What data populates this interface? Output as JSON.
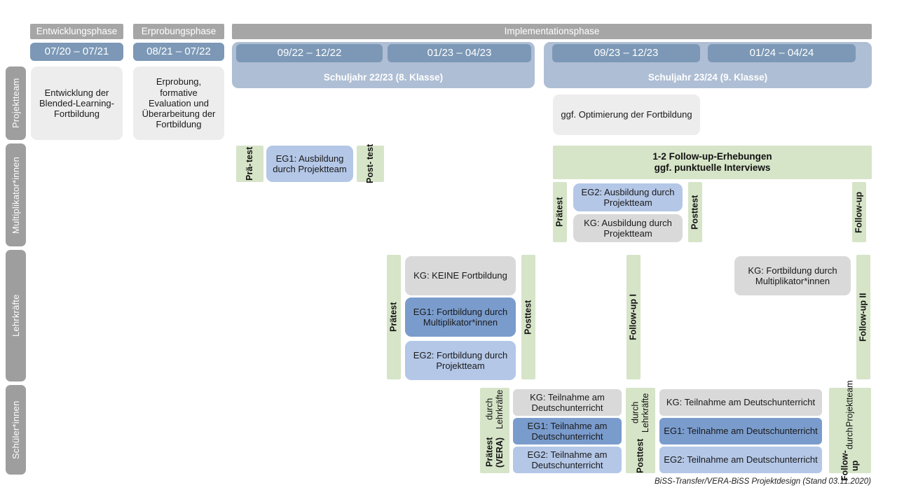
{
  "diagram": {
    "footer": "BiSS-Transfer/VERA-BiSS Projektdesign (Stand 03.11.2020)",
    "colors": {
      "phase_grey": "#a6a6a6",
      "date_blue": "#7c98b6",
      "schoolyear_blue": "#aebed4",
      "row_label_grey": "#9e9e9e",
      "green_strip": "#d6e4c8",
      "box_grey": "#d9d9d9",
      "box_blue_dark": "#7a9ccd",
      "box_blue_light": "#b4c7e7",
      "box_grey_soft": "#ededed"
    }
  },
  "phases": [
    {
      "label": "Entwicklungsphase"
    },
    {
      "label": "Erprobungsphase"
    },
    {
      "label": "Implementationsphase"
    }
  ],
  "date_chips": [
    {
      "label": "07/20 – 07/21"
    },
    {
      "label": "08/21 – 07/22"
    },
    {
      "label": "09/22 – 12/22"
    },
    {
      "label": "01/23 – 04/23"
    },
    {
      "label": "09/23 – 12/23"
    },
    {
      "label": "01/24 – 04/24"
    }
  ],
  "school_years": [
    {
      "label": "Schuljahr 22/23 (8. Klasse)"
    },
    {
      "label": "Schuljahr 23/24 (9. Klasse)"
    }
  ],
  "rows": [
    {
      "label": "Projektteam"
    },
    {
      "label": "Multiplikator*innen"
    },
    {
      "label": "Lehrkräfte"
    },
    {
      "label": "Schüler*innen"
    }
  ],
  "projektteam": {
    "boxes": [
      {
        "text": "Entwicklung der Blended-Learning-Fortbildung"
      },
      {
        "text": "Erprobung, formative Evaluation und Überarbeitung der Fortbildung"
      },
      {
        "text": "ggf. Optimierung der Fortbildung"
      }
    ]
  },
  "multiplikatoren": {
    "pretest_early": {
      "line1": "Prä-",
      "line2": "test"
    },
    "posttest_early": {
      "line1": "Post-",
      "line2": "test"
    },
    "eg1_box": {
      "text": "EG1: Ausbildung durch Projektteam"
    },
    "followup_band": {
      "line1": "1-2 Follow-up-Erhebungen",
      "line2": "ggf. punktuelle Interviews"
    },
    "pretest_late": {
      "label": "Prätest"
    },
    "posttest_late": {
      "label": "Posttest"
    },
    "followup_strip": {
      "label": "Follow-up"
    },
    "eg2_box": {
      "text": "EG2: Ausbildung durch Projektteam"
    },
    "kg_box": {
      "text": "KG: Ausbildung durch Projektteam"
    }
  },
  "lehrkraefte": {
    "pretest": {
      "label": "Prätest"
    },
    "posttest": {
      "label": "Posttest"
    },
    "followup1": {
      "label": "Follow-up I"
    },
    "followup2": {
      "label": "Follow-up II"
    },
    "kg_box": {
      "text": "KG:  KEINE Fortbildung"
    },
    "eg1_box": {
      "text": "EG1: Fortbildung durch Multiplikator*innen"
    },
    "eg2_box": {
      "text": "EG2: Fortbildung durch Projektteam"
    },
    "kg_late_box": {
      "text": "KG: Fortbildung durch Multiplikator*innen"
    }
  },
  "schueler": {
    "pretest": {
      "line1": "Prätest (VERA)",
      "line2": "durch Lehrkräfte"
    },
    "posttest": {
      "line1": "Posttest",
      "line2": "durch Lehrkräfte"
    },
    "followup": {
      "line1": "Follow-up",
      "line2": "durch",
      "line3": "Projektteam"
    },
    "early_boxes": [
      {
        "text": "KG: Teilnahme am Deutschunterricht",
        "style": "grey"
      },
      {
        "text": "EG1: Teilnahme am Deutschunterricht",
        "style": "blue-dark"
      },
      {
        "text": "EG2: Teilnahme am Deutschunterricht",
        "style": "blue-light"
      }
    ],
    "late_boxes": [
      {
        "text": "KG: Teilnahme am Deutschunterricht",
        "style": "grey"
      },
      {
        "text": "EG1: Teilnahme am Deutschunterricht",
        "style": "blue-dark"
      },
      {
        "text": "EG2: Teilnahme am Deutschunterricht",
        "style": "blue-light"
      }
    ]
  }
}
